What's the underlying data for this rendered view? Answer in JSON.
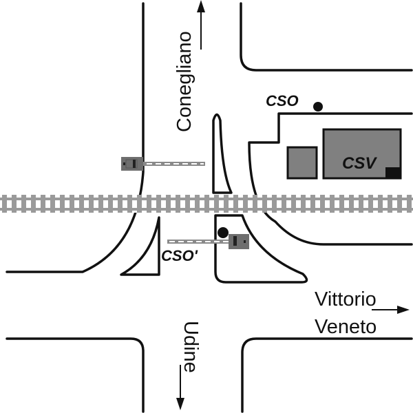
{
  "labels": {
    "cso": "CSO",
    "cso_prime": "CSO'",
    "csv": "CSV"
  },
  "directions": {
    "north": "Conegliano",
    "south": "Udine",
    "east_line1": "Vittorio",
    "east_line2": "Veneto"
  },
  "colors": {
    "line": "#111111",
    "building": "#808080",
    "rail": "#9a9a9a",
    "barrier": "#6e6e6e"
  }
}
